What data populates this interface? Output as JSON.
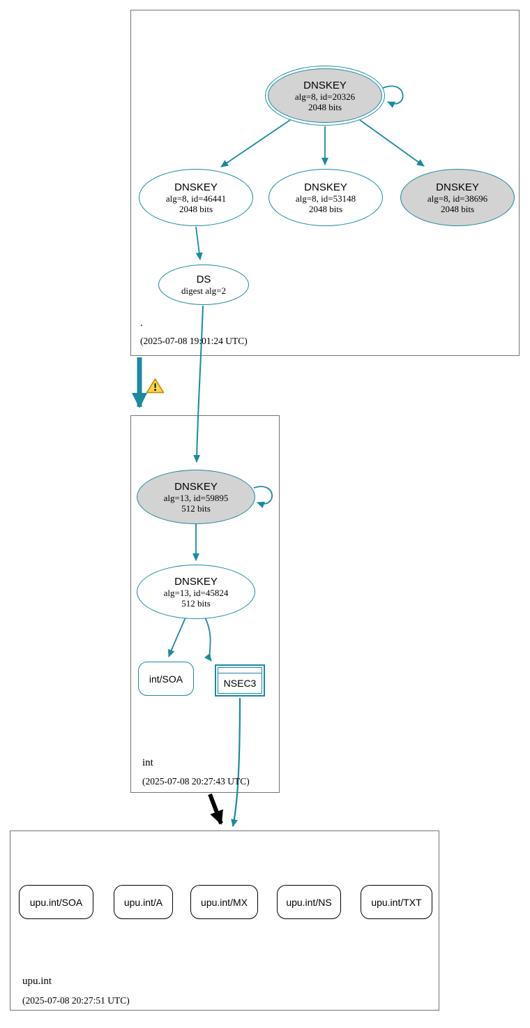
{
  "colors": {
    "teal": "#1a8a9e",
    "gray_fill": "#d3d3d3",
    "warning_fill": "#ffd942",
    "warning_border": "#b8860b",
    "box_border": "#737373",
    "black": "#000000"
  },
  "zones": [
    {
      "name": ".",
      "timestamp": "(2025-07-08 19:01:24 UTC)",
      "nodes": {
        "ksk": {
          "title": "DNSKEY",
          "line2": "alg=8, id=20326",
          "line3": "2048 bits"
        },
        "zsk1": {
          "title": "DNSKEY",
          "line2": "alg=8, id=46441",
          "line3": "2048 bits"
        },
        "zsk2": {
          "title": "DNSKEY",
          "line2": "alg=8, id=53148",
          "line3": "2048 bits"
        },
        "zsk3": {
          "title": "DNSKEY",
          "line2": "alg=8, id=38696",
          "line3": "2048 bits"
        },
        "ds": {
          "title": "DS",
          "line2": "digest alg=2"
        }
      }
    },
    {
      "name": "int",
      "timestamp": "(2025-07-08 20:27:43 UTC)",
      "nodes": {
        "ksk": {
          "title": "DNSKEY",
          "line2": "alg=13, id=59895",
          "line3": "512 bits"
        },
        "zsk": {
          "title": "DNSKEY",
          "line2": "alg=13, id=45824",
          "line3": "512 bits"
        },
        "soa": {
          "label": "int/SOA"
        },
        "nsec3": {
          "label": "NSEC3"
        }
      }
    },
    {
      "name": "upu.int",
      "timestamp": "(2025-07-08 20:27:51 UTC)",
      "rrsets": [
        {
          "label": "upu.int/SOA"
        },
        {
          "label": "upu.int/A"
        },
        {
          "label": "upu.int/MX"
        },
        {
          "label": "upu.int/NS"
        },
        {
          "label": "upu.int/TXT"
        }
      ]
    }
  ],
  "icons": {
    "warning": "warning-triangle-icon"
  }
}
